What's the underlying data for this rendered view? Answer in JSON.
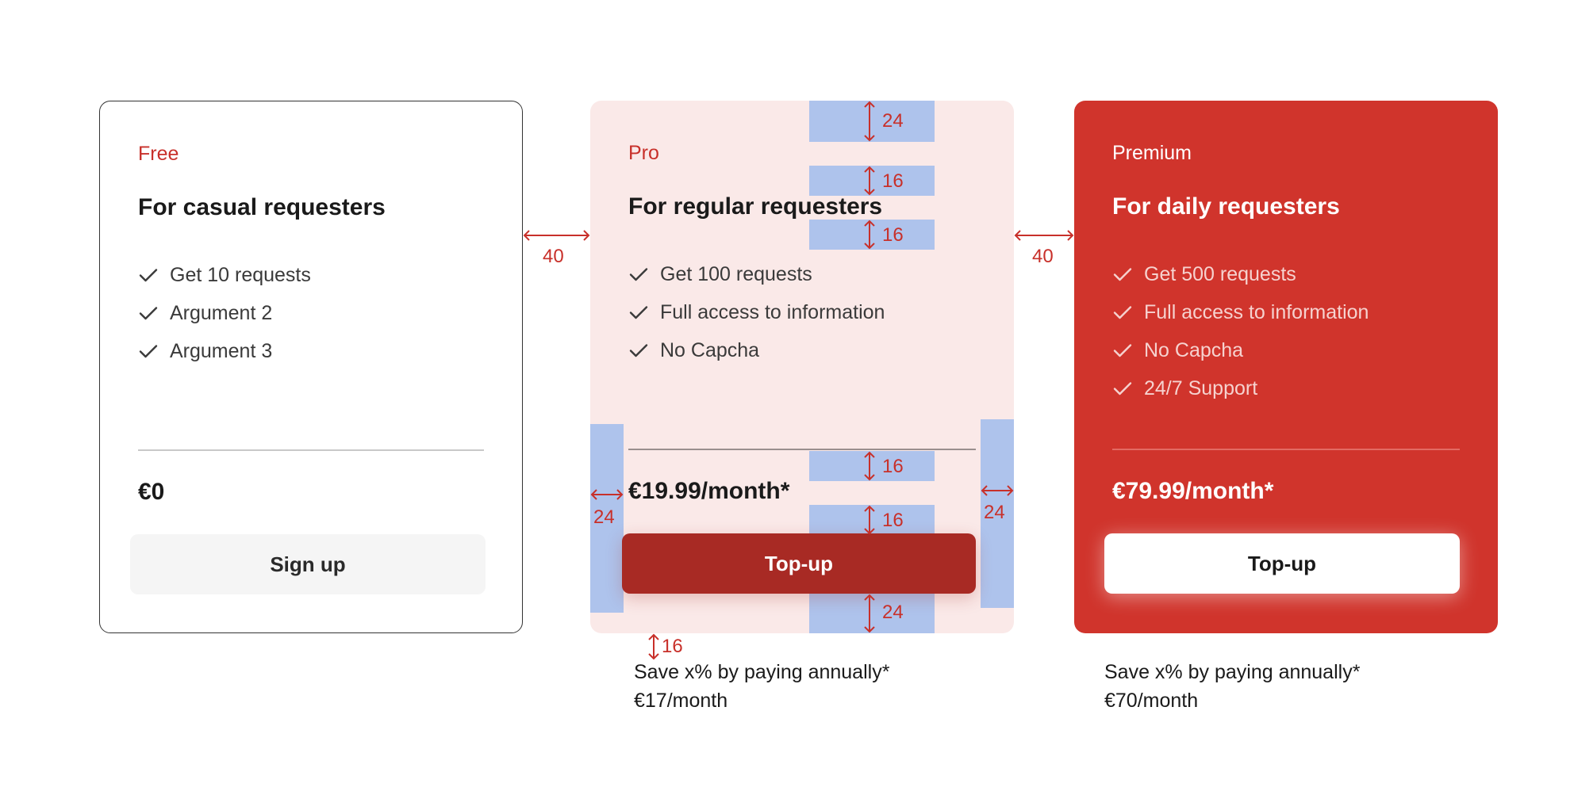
{
  "cards": {
    "free": {
      "tier": "Free",
      "headline": "For casual requesters",
      "features": [
        "Get 10 requests",
        "Argument 2",
        "Argument 3"
      ],
      "price": "€0",
      "cta": "Sign up"
    },
    "pro": {
      "tier": "Pro",
      "headline": "For regular requesters",
      "features": [
        "Get 100 requests",
        "Full access to information",
        "No Capcha"
      ],
      "price": "€19.99/month*",
      "cta": "Top-up",
      "save_line1": "Save x% by paying annually*",
      "save_line2": "€17/month"
    },
    "premium": {
      "tier": "Premium",
      "headline": "For daily requesters",
      "features": [
        "Get 500 requests",
        "Full access to information",
        "No Capcha",
        "24/7 Support"
      ],
      "price": "€79.99/month*",
      "cta": "Top-up",
      "save_line1": "Save x% by paying annually*",
      "save_line2": "€70/month"
    }
  },
  "annotations": {
    "gap_left": "40",
    "gap_right": "40",
    "pad_top": "24",
    "gap_tier_headline": "16",
    "gap_headline_features": "16",
    "gap_divider_price": "16",
    "gap_price_button": "16",
    "pad_bottom": "24",
    "pad_left": "24",
    "pad_right": "24",
    "gap_card_note": "16"
  },
  "colors": {
    "brand_red": "#d0342c",
    "dark_red": "#a82a24",
    "pro_bg": "#fae9e8",
    "annotation_red": "#c8302a",
    "spacer_blue": "#aec3ec"
  }
}
